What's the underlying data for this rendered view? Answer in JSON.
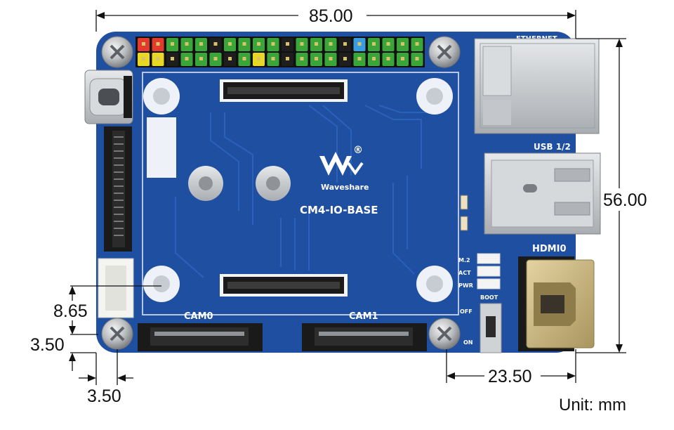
{
  "board": {
    "model": "CM4-IO-BASE",
    "brand": "Waveshare",
    "registered_mark": "®",
    "labels": {
      "ethernet": "ETHERNET",
      "usb": "USB 1/2",
      "hdmi": "HDMI0",
      "cam0": "CAM0",
      "cam1": "CAM1",
      "led_m2": "M.2",
      "led_act": "ACT",
      "led_pwr": "PWR",
      "boot": "BOOT",
      "switch_off": "OFF",
      "switch_on": "ON"
    }
  },
  "dimensions": {
    "width": "85.00",
    "height": "56.00",
    "hole_offset_right": "23.50",
    "hole_offset_x": "3.50",
    "hole_offset_y": "3.50",
    "hole_spacing_y": "8.65",
    "unit_label": "Unit: mm"
  },
  "colors": {
    "pcb": "#1f4fa0",
    "pcb_edge": "#173f85",
    "silkscreen": "#ffffff",
    "connector_black": "#1a1a1a",
    "metal": "#c9cccf",
    "hdmi_gold": "#c9b78a",
    "pin_green": "#3aa63a",
    "pin_red": "#e23b2e",
    "pin_yellow": "#e8d824",
    "pin_blue": "#3a9de0",
    "pin_black": "#1e1e1e"
  },
  "gpio_pins": {
    "top": [
      "red",
      "red",
      "green",
      "green",
      "green",
      "black",
      "green",
      "green",
      "green",
      "green",
      "black",
      "green",
      "green",
      "green",
      "black",
      "blue",
      "green",
      "green",
      "green",
      "green"
    ],
    "bottom": [
      "yellow",
      "yellow",
      "black",
      "green",
      "green",
      "green",
      "black",
      "green",
      "yellow",
      "green",
      "black",
      "green",
      "green",
      "green",
      "black",
      "green",
      "green",
      "green",
      "green",
      "green"
    ]
  }
}
